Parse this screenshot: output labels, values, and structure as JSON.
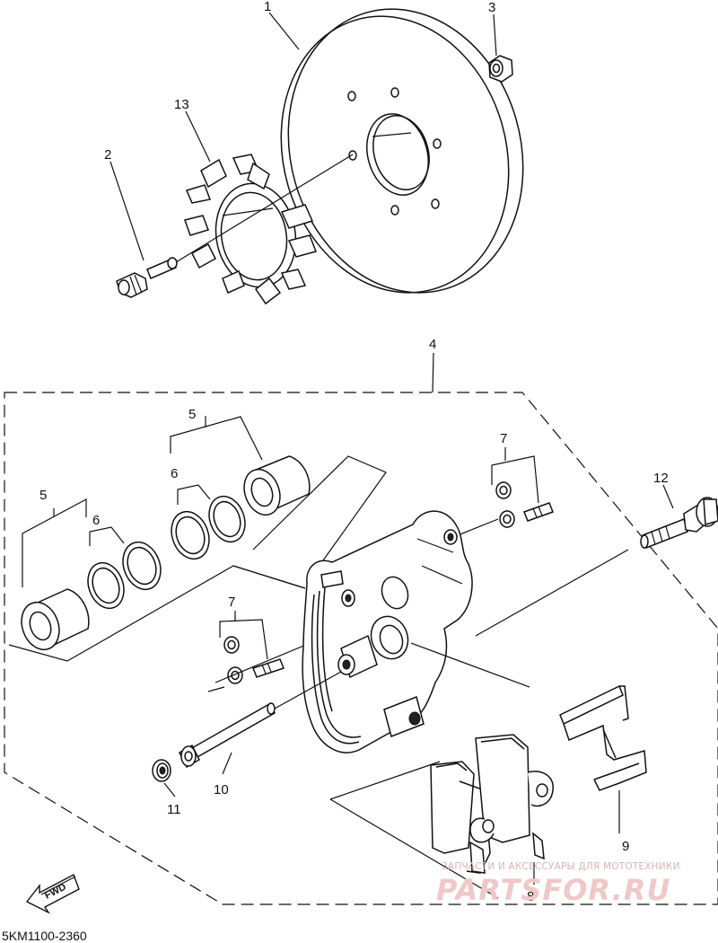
{
  "diagram": {
    "callouts": [
      {
        "id": "c1",
        "text": "1"
      },
      {
        "id": "c2",
        "text": "2"
      },
      {
        "id": "c3",
        "text": "3"
      },
      {
        "id": "c4",
        "text": "4"
      },
      {
        "id": "c5a",
        "text": "5"
      },
      {
        "id": "c5b",
        "text": "5"
      },
      {
        "id": "c6a",
        "text": "6"
      },
      {
        "id": "c6b",
        "text": "6"
      },
      {
        "id": "c7a",
        "text": "7"
      },
      {
        "id": "c7b",
        "text": "7"
      },
      {
        "id": "c8",
        "text": "8"
      },
      {
        "id": "c9",
        "text": "9"
      },
      {
        "id": "c10",
        "text": "10"
      },
      {
        "id": "c11",
        "text": "11"
      },
      {
        "id": "c12",
        "text": "12"
      },
      {
        "id": "c13",
        "text": "13"
      }
    ],
    "diagram_code": "5KM1100-2360",
    "direction_arrow_label": "FWD",
    "watermark": {
      "tagline": "ЗАПЧАСТИ И АКСЕССУАРЫ ДЛЯ МОТОТЕХНИКИ",
      "brand": "PARTSFOR.RU"
    }
  }
}
